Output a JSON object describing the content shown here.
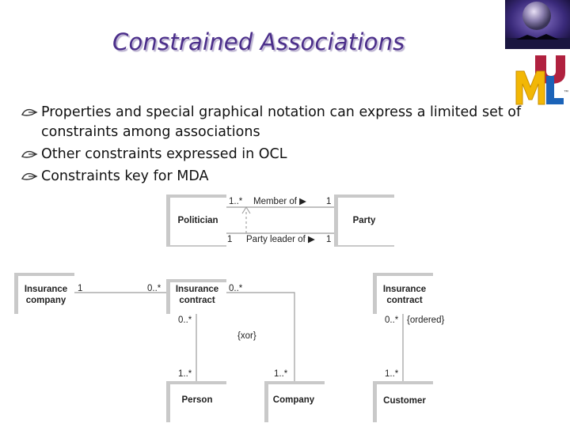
{
  "slide": {
    "title": "Constrained Associations",
    "bullets": [
      "Properties and special graphical notation can express a limited set of constraints among associations",
      "Other constraints expressed in OCL",
      "Constraints key for MDA"
    ]
  },
  "logo": {
    "letters": [
      "U",
      "M",
      "L"
    ],
    "tm": "™"
  },
  "diagram1": {
    "classes": {
      "politician": "Politician",
      "party": "Party"
    },
    "member": {
      "label": "Member of ▶",
      "left": "1..*",
      "right": "1"
    },
    "leader": {
      "label": "Party leader of ▶",
      "left": "1",
      "right": "1"
    }
  },
  "diagram2": {
    "classes": {
      "insurance_company": [
        "Insurance",
        "company"
      ],
      "insurance_contract": [
        "Insurance",
        "contract"
      ],
      "person": "Person",
      "company": "Company"
    },
    "assoc_company_contract": {
      "left": "1",
      "right": "0..*"
    },
    "assoc_contract_person": {
      "top": "0..*",
      "bottom": "1..*"
    },
    "assoc_contract_company": {
      "top": "0..*",
      "bottom": "1..*"
    },
    "constraint": "{xor}"
  },
  "diagram3": {
    "classes": {
      "insurance_contract": [
        "Insurance",
        "contract"
      ],
      "customer": "Customer"
    },
    "assoc": {
      "top": "0..*",
      "bottom": "1..*"
    },
    "constraint": "{ordered}"
  },
  "colors": {
    "title": "#4b2e8a",
    "text": "#111111",
    "line": "#9c9c9c",
    "shadow": "#c9c9c9"
  }
}
